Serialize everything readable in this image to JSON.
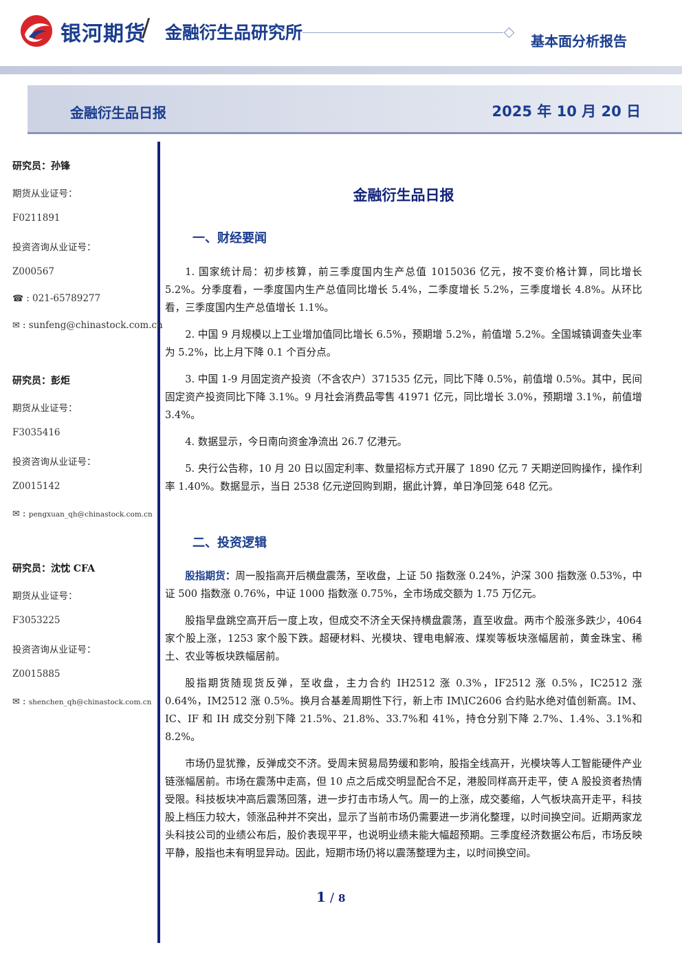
{
  "header": {
    "brand": "银河期货",
    "institute": "金融衍生品研究所",
    "report_type": "基本面分析报告",
    "colors": {
      "brand_blue": "#1b3d8f",
      "brand_red": "#d7262b",
      "rule_navy": "#12237a"
    }
  },
  "banner": {
    "title": "金融衍生品日报",
    "date": "2025 年 10 月 20 日"
  },
  "researchers": [
    {
      "name": "研究员：孙锋",
      "futures_label": "期货从业证号：",
      "futures_id": "F0211891",
      "consult_label": "投资咨询从业证号：",
      "consult_id": "Z000567",
      "phone": "021-65789277",
      "email": "sunfeng@chinastock.com.cn"
    },
    {
      "name": "研究员：彭炬",
      "futures_label": "期货从业证号：",
      "futures_id": "F3035416",
      "consult_label": "投资咨询从业证号：",
      "consult_id": "Z0015142",
      "email": "pengxuan_qh@chinastock.com.cn"
    },
    {
      "name": "研究员：沈忱 CFA",
      "futures_label": "期货从业证号：",
      "futures_id": "F3053225",
      "consult_label": "投资咨询从业证号：",
      "consult_id": "Z0015885",
      "email": "shenchen_qh@chinastock.com.cn"
    }
  ],
  "main": {
    "title": "金融衍生品日报",
    "sections": [
      {
        "heading": "一、财经要闻",
        "paragraphs": [
          "1. 国家统计局：初步核算，前三季度国内生产总值 1015036 亿元，按不变价格计算，同比增长 5.2%。分季度看，一季度国内生产总值同比增长 5.4%，二季度增长 5.2%，三季度增长 4.8%。从环比看，三季度国内生产总值增长 1.1%。",
          "2. 中国 9 月规模以上工业增加值同比增长 6.5%，预期增 5.2%，前值增 5.2%。全国城镇调查失业率为 5.2%，比上月下降 0.1 个百分点。",
          "3. 中国 1-9 月固定资产投资（不含农户）371535 亿元，同比下降 0.5%，前值增 0.5%。其中，民间固定资产投资同比下降 3.1%。9 月社会消费品零售 41971 亿元，同比增长 3.0%，预期增 3.1%，前值增 3.4%。",
          "4. 数据显示，今日南向资金净流出 26.7 亿港元。",
          "5. 央行公告称，10 月 20 日以固定利率、数量招标方式开展了 1890 亿元 7 天期逆回购操作，操作利率 1.40%。数据显示，当日 2538 亿元逆回购到期，据此计算，单日净回笼 648 亿元。"
        ]
      },
      {
        "heading": "二、投资逻辑",
        "lead_label": "股指期货：",
        "lead_text": "周一股指高开后横盘震荡，至收盘，上证 50 指数涨 0.24%，沪深 300 指数涨 0.53%，中证 500 指数涨 0.76%，中证 1000 指数涨 0.75%，全市场成交额为 1.75 万亿元。",
        "paragraphs": [
          "股指早盘跳空高开后一度上攻，但成交不济全天保持横盘震荡，直至收盘。两市个股涨多跌少，4064 家个股上涨，1253 家个股下跌。超硬材料、光模块、锂电电解液、煤炭等板块涨幅居前，黄金珠宝、稀土、农业等板块跌幅居前。",
          "股指期货随现货反弹，至收盘，主力合约 IH2512 涨 0.3%，IF2512 涨 0.5%，IC2512 涨 0.64%，IM2512 涨 0.5%。换月合基差周期性下行，新上市 IM\\IC2606 合约贴水绝对值创新高。IM、IC、IF 和 IH 成交分别下降 21.5%、21.8%、33.7%和 41%，持仓分别下降 2.7%、1.4%、3.1%和 8.2%。",
          "市场仍显犹豫，反弹成交不济。受周末贸易局势缓和影响，股指全线高开，光模块等人工智能硬件产业链涨幅居前。市场在震荡中走高，但 10 点之后成交明显配合不足，港股同样高开走平，使 A 股投资者热情受限。科技板块冲高后震荡回落，进一步打击市场人气。周一的上涨，成交萎缩，人气板块高开走平，科技股上档压力较大，领涨品种并不突出，显示了当前市场仍需要进一步消化整理，以时间换空间。近期两家龙头科技公司的业绩公布后，股价表现平平，也说明业绩未能大幅超预期。三季度经济数据公布后，市场反映平静，股指也未有明显异动。因此，短期市场仍将以震荡整理为主，以时间换空间。"
        ]
      }
    ]
  },
  "pager": {
    "current": "1",
    "separator": "/",
    "total": "8"
  }
}
